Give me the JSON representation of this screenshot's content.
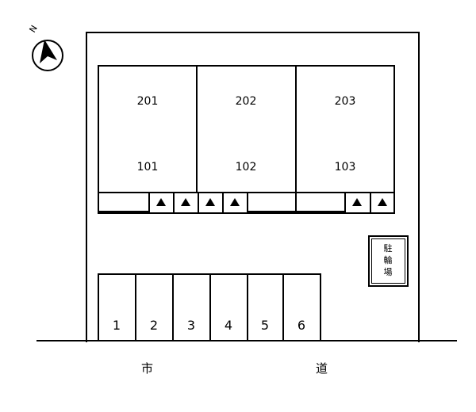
{
  "north_label": "N",
  "building": {
    "units": [
      {
        "upper": "201",
        "lower": "101"
      },
      {
        "upper": "202",
        "lower": "102"
      },
      {
        "upper": "203",
        "lower": "103"
      }
    ]
  },
  "bicycle_parking": {
    "chars": [
      "駐",
      "輪",
      "場"
    ]
  },
  "parking_spaces": [
    "1",
    "2",
    "3",
    "4",
    "5",
    "6"
  ],
  "road": {
    "left_char": "市",
    "right_char": "道"
  }
}
